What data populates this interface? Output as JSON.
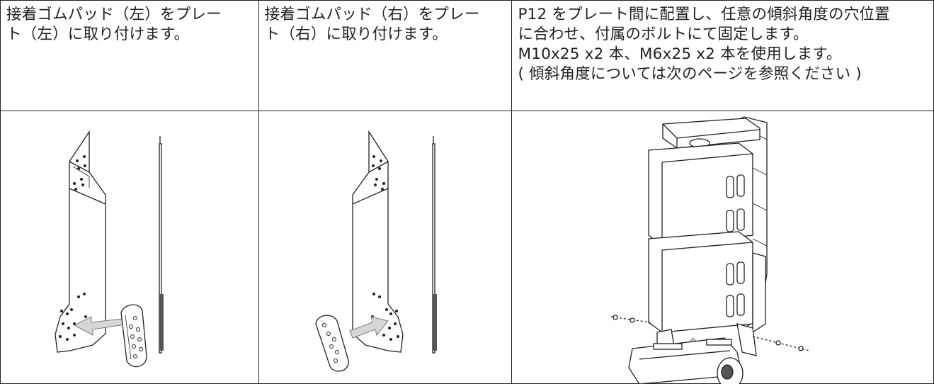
{
  "steps": [
    {
      "text": "接着ゴムパッド（左）をプレー\nト（左）に取り付けます。"
    },
    {
      "text": "接着ゴムパッド（右）をプレー\nト（右）に取り付けます。"
    },
    {
      "text": "P12 をプレート間に配置し、任意の傾斜角度の穴位置\nに合わせ、付属のボルトにて固定します。\nM10x25 x2 本、M6x25 x2 本を使用します。\n( 傾斜角度については次のページを参照ください )"
    }
  ]
}
